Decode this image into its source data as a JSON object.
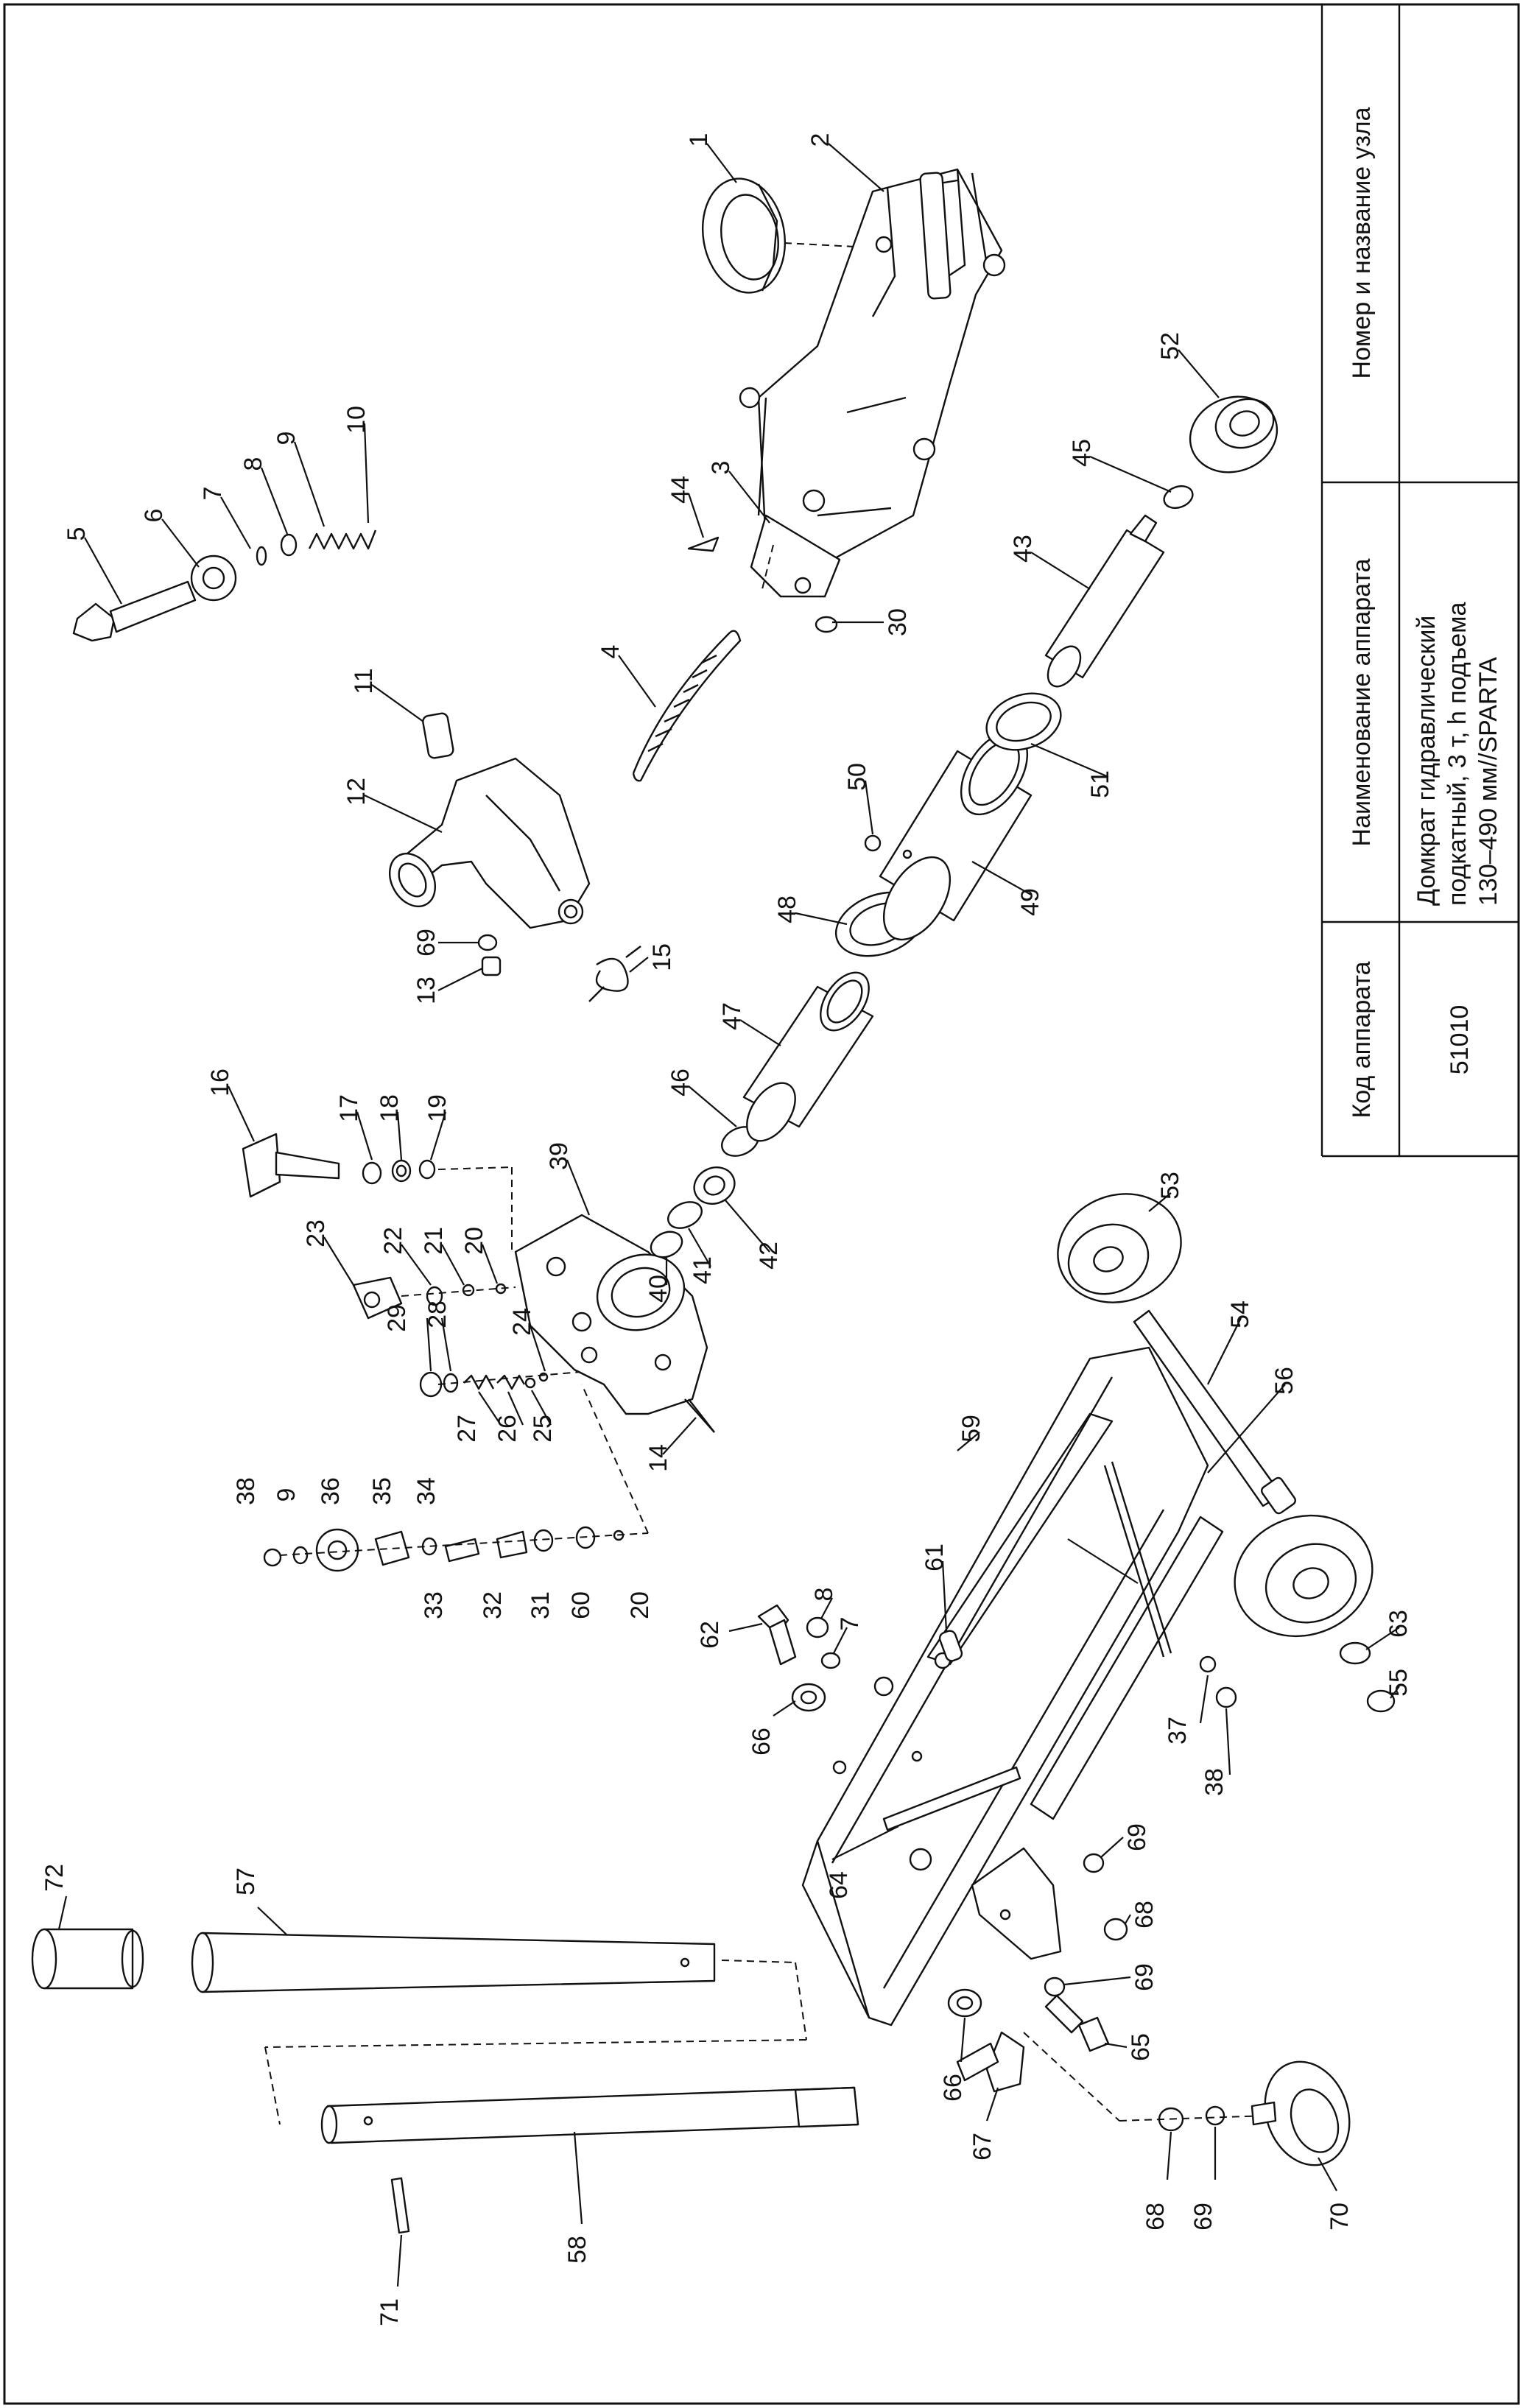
{
  "title_block": {
    "headers": {
      "code": "Код аппарата",
      "name": "Наименование аппарата",
      "node": "Номер и название узла"
    },
    "values": {
      "code": "51010",
      "name_line1": "Домкрат гидравлический",
      "name_line2": "подкатный, 3 т, h подъема",
      "name_line3": "130–490 мм//SPARTA"
    }
  },
  "part_labels": {
    "p1": "1",
    "p2": "2",
    "p3": "3",
    "p4": "4",
    "p5": "5",
    "p6": "6",
    "p7a": "7",
    "p7b": "7",
    "p8a": "8",
    "p8b": "8",
    "p9a": "9",
    "p9b": "9",
    "p10": "10",
    "p11": "11",
    "p12": "12",
    "p13": "13",
    "p14": "14",
    "p15": "15",
    "p16": "16",
    "p17": "17",
    "p18": "18",
    "p19": "19",
    "p20a": "20",
    "p20b": "20",
    "p21": "21",
    "p22": "22",
    "p23": "23",
    "p24": "24",
    "p25": "25",
    "p26": "26",
    "p27": "27",
    "p28": "28",
    "p29": "29",
    "p30": "30",
    "p31": "31",
    "p32": "32",
    "p33": "33",
    "p34": "34",
    "p35": "35",
    "p36": "36",
    "p37": "37",
    "p38a": "38",
    "p38b": "38",
    "p39": "39",
    "p40": "40",
    "p41": "41",
    "p42": "42",
    "p43": "43",
    "p44": "44",
    "p45": "45",
    "p46": "46",
    "p47": "47",
    "p48": "48",
    "p49": "49",
    "p50": "50",
    "p51": "51",
    "p52": "52",
    "p53": "53",
    "p54": "54",
    "p55": "55",
    "p56": "56",
    "p57": "57",
    "p58": "58",
    "p59": "59",
    "p60": "60",
    "p61": "61",
    "p62": "62",
    "p63": "63",
    "p64": "64",
    "p65": "65",
    "p66a": "66",
    "p66b": "66",
    "p67": "67",
    "p68a": "68",
    "p68b": "68",
    "p69a": "69",
    "p69b": "69",
    "p69c": "69",
    "p69d": "69",
    "p70": "70",
    "p71": "71",
    "p72": "72"
  }
}
